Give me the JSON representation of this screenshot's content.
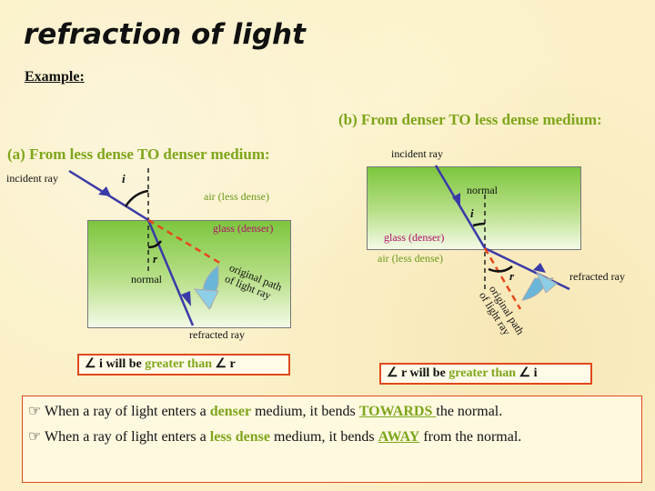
{
  "title": "refraction of light",
  "example": "Example:",
  "panel_a": {
    "heading": "(a) From less dense TO denser medium:",
    "incident_ray": "incident ray",
    "angle_i": "i",
    "angle_r": "r",
    "air": "air (less dense)",
    "glass": "glass (denser)",
    "normal": "normal",
    "original_path": "original path\nof light ray",
    "refracted_ray": "refracted ray",
    "rule_prefix": "∠ i  will be ",
    "rule_highlight": "greater than",
    "rule_suffix": " ∠ r"
  },
  "panel_b": {
    "heading": "(b) From denser TO less dense medium:",
    "incident_ray": "incident ray",
    "normal": "normal",
    "angle_i": "i",
    "angle_r": "r",
    "glass": "glass (denser)",
    "air": "air (less dense)",
    "refracted_ray": "refracted ray",
    "original_path": "original path\nof light ray",
    "rule_prefix": "∠ r  will be ",
    "rule_highlight": "greater than",
    "rule_suffix": " ∠ i"
  },
  "summary": {
    "line1_a": " When a ray of light enters a ",
    "line1_b": "denser",
    "line1_c": " medium, it bends ",
    "line1_d": "TOWARDS ",
    "line1_e": "the normal.",
    "line2_a": " When a ray of light enters a ",
    "line2_b": "less dense",
    "line2_c": " medium, it bends ",
    "line2_d": "AWAY",
    "line2_e": " from the normal."
  },
  "colors": {
    "ray": "#3a3aa8",
    "dashed": "#e8461c",
    "accent_green": "#7ea51a",
    "box_border": "#e0491c"
  },
  "icons": [
    "hand-pointing-icon"
  ]
}
